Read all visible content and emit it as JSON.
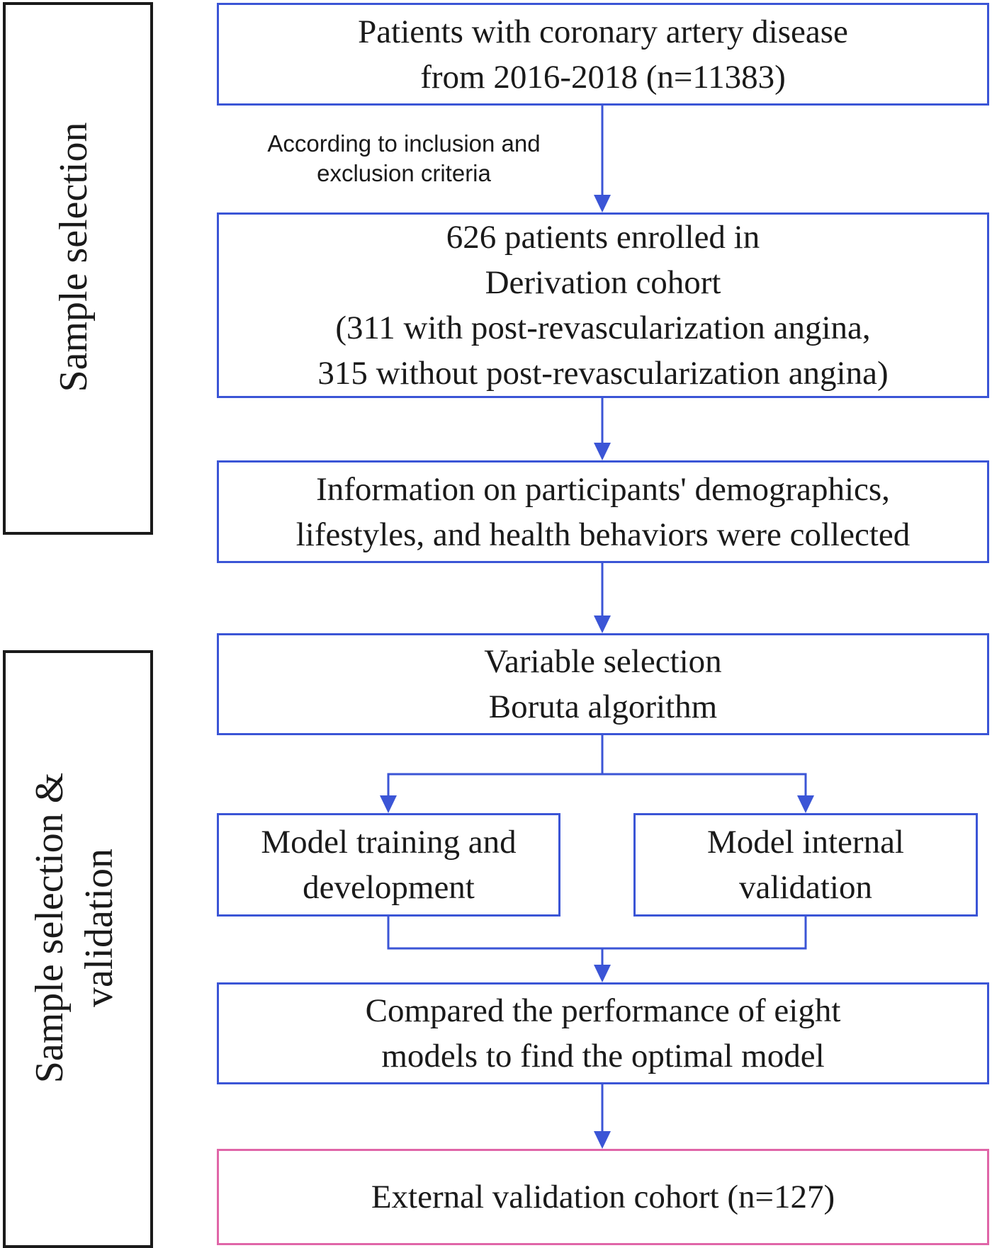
{
  "side_labels": {
    "top": "Sample selection",
    "bottom_line1": "Sample selection &",
    "bottom_line2": "validation"
  },
  "boxes": {
    "patients": [
      "Patients with coronary artery disease",
      "from 2016-2018 (n=11383)"
    ],
    "criteria_note": [
      "According to inclusion and",
      "exclusion criteria"
    ],
    "enrolled": [
      "626 patients enrolled in",
      "Derivation cohort",
      "(311 with post-revascularization angina,",
      "315 without post-revascularization angina)"
    ],
    "information": [
      "Information on participants' demographics,",
      "lifestyles, and health behaviors were collected"
    ],
    "variable_selection": [
      "Variable selection",
      "Boruta algorithm"
    ],
    "training": [
      "Model training and",
      "development"
    ],
    "internal_validation": [
      "Model internal",
      "validation"
    ],
    "compared": [
      "Compared the performance of eight",
      "models to find the optimal model"
    ],
    "external": [
      "External validation cohort (n=127)"
    ]
  },
  "colors": {
    "box_border": "#3b55d6",
    "arrow": "#3b55d6",
    "final_box_border": "#e066a8",
    "side_border": "#1a1a1a"
  }
}
